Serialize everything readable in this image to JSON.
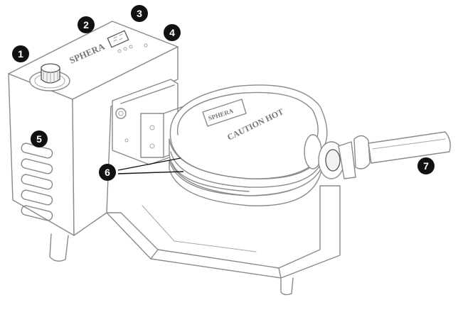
{
  "callouts": [
    "1",
    "2",
    "3",
    "4",
    "5",
    "6",
    "7"
  ],
  "brand_text": "SPHERA",
  "lid_plate_text": "SPHERA",
  "ring_text": "CAUTION HOT",
  "colors": {
    "outline": "#8a8a8a",
    "badge": "#111111",
    "badge_text": "#ffffff",
    "background": "#ffffff"
  }
}
